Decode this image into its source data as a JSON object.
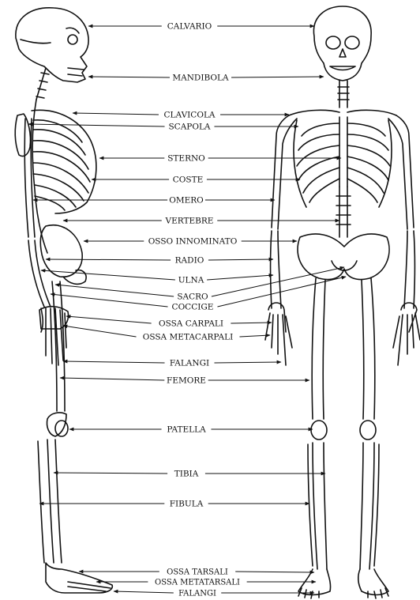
{
  "diagram": {
    "labels": [
      {
        "id": "calvario",
        "text": "CALVARIO"
      },
      {
        "id": "mandibola",
        "text": "MANDIBOLA"
      },
      {
        "id": "clavicola",
        "text": "CLAVICOLA"
      },
      {
        "id": "scapola",
        "text": "SCAPOLA"
      },
      {
        "id": "sterno",
        "text": "STERNO"
      },
      {
        "id": "coste",
        "text": "COSTE"
      },
      {
        "id": "omero",
        "text": "OMERO"
      },
      {
        "id": "vertebre",
        "text": "VERTEBRE"
      },
      {
        "id": "osso-innominato",
        "text": "OSSO INNOMINATO"
      },
      {
        "id": "radio",
        "text": "RADIO"
      },
      {
        "id": "ulna",
        "text": "ULNA"
      },
      {
        "id": "sacro",
        "text": "SACRO"
      },
      {
        "id": "coccige",
        "text": "COCCIGE"
      },
      {
        "id": "ossa-carpali",
        "text": "OSSA CARPALI"
      },
      {
        "id": "ossa-metacarpali",
        "text": "OSSA METACARPALI"
      },
      {
        "id": "falangi-mano",
        "text": "FALANGI"
      },
      {
        "id": "femore",
        "text": "FEMORE"
      },
      {
        "id": "patella",
        "text": "PATELLA"
      },
      {
        "id": "tibia",
        "text": "TIBIA"
      },
      {
        "id": "fibula",
        "text": "FIBULA"
      },
      {
        "id": "ossa-tarsali",
        "text": "OSSA TARSALI"
      },
      {
        "id": "ossa-metatarsali",
        "text": "OSSA METATARSALI"
      },
      {
        "id": "falangi-piede",
        "text": "FALANGI"
      }
    ]
  }
}
